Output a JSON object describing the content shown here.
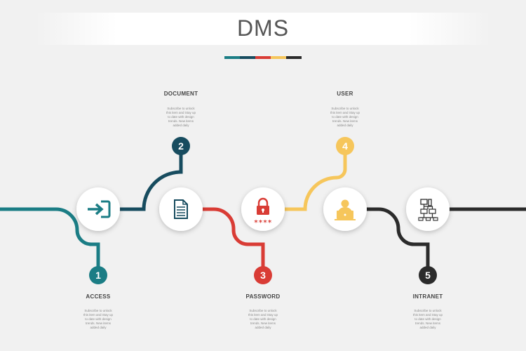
{
  "title": "DMS",
  "colors": {
    "teal": "#1b7d85",
    "navy": "#174c5f",
    "red": "#d93c35",
    "yellow": "#f6c65b",
    "dark": "#2b2b2b",
    "background": "#f1f1f1"
  },
  "title_bar_colors": [
    "#1b7d85",
    "#174c5f",
    "#d93c35",
    "#f6c65b",
    "#2b2b2b"
  ],
  "steps": [
    {
      "number": "1",
      "label": "ACCESS",
      "icon": "sign-in-icon",
      "color": "#1b7d85",
      "description": "Subscribe to unlock this item and Stay up to date with design trends. New items added daily"
    },
    {
      "number": "2",
      "label": "DOCUMENT",
      "icon": "document-icon",
      "color": "#174c5f",
      "description": "Subscribe to unlock this item and Stay up to date with design trends. New items added daily"
    },
    {
      "number": "3",
      "label": "PASSWORD",
      "icon": "password-lock-icon",
      "color": "#d93c35",
      "description": "Subscribe to unlock this item and Stay up to date with design trends. New items added daily"
    },
    {
      "number": "4",
      "label": "USER",
      "icon": "user-laptop-icon",
      "color": "#f6c65b",
      "description": "Subscribe to unlock this item and Stay up to date with design trends. New items added daily"
    },
    {
      "number": "5",
      "label": "INTRANET",
      "icon": "network-icon",
      "color": "#2b2b2b",
      "description": "Subscribe to unlock this item and Stay up to date with design trends. New items added daily"
    }
  ],
  "password_mask": "****"
}
